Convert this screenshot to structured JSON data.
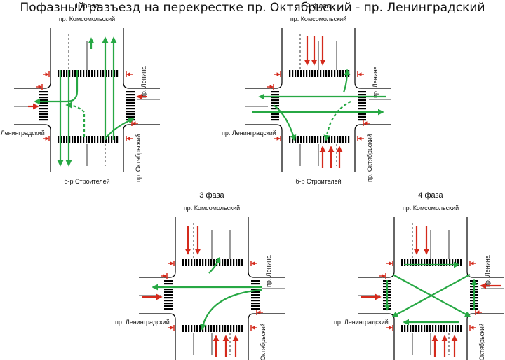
{
  "title": "Пофазный разъезд на перекрестке пр. Октябрьский - пр. Ленинградский",
  "streets": {
    "north": "пр. Комсомольский",
    "west": "пр. Ленинградский",
    "east": "пр. Ленина",
    "south": "б-р Строителей",
    "southeast": "пр. Октябрьский"
  },
  "phases": [
    {
      "label": "1 фаза"
    },
    {
      "label": "2 фаза"
    },
    {
      "label": "3 фаза"
    },
    {
      "label": "4 фаза"
    }
  ],
  "colors": {
    "go": "#27a844",
    "stop": "#d42a1c",
    "road": "#000000"
  }
}
